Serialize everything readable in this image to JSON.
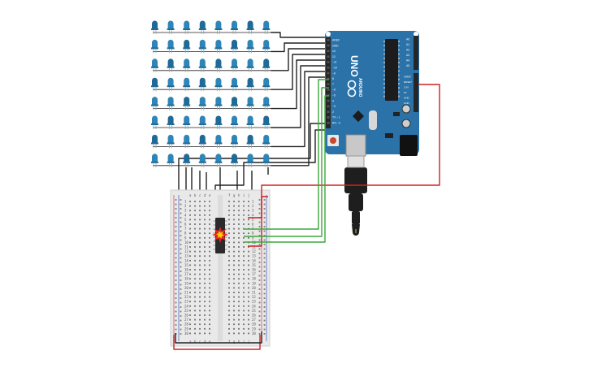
{
  "colors": {
    "background": "#ffffff",
    "board": "#2a72a8",
    "board_dark": "#1d5b8a",
    "led_body": "#2e86b8",
    "led_dark": "#1f6a96",
    "wire_black": "#222222",
    "wire_red": "#d02020",
    "wire_green": "#3aa83a",
    "breadboard": "#e9e9e9",
    "rail_red": "#d84040",
    "rail_blue": "#3a5fc0",
    "chip": "#2b2b2b",
    "spark": "#e8261f",
    "spark_core": "#f5d200",
    "usb_metal": "#c8c8c8",
    "cable": "#1e1e1e"
  },
  "led_matrix": {
    "rows": 8,
    "cols": 8,
    "icon": "led-icon"
  },
  "arduino": {
    "model": "UNO",
    "brand": "ARDUINO",
    "reset_icon": "reset-button-icon",
    "digital_pins": [
      "AREF",
      "GND",
      "13",
      "12",
      "~11",
      "~10",
      "~9",
      "8",
      "7",
      "~6",
      "~5",
      "4",
      "~3",
      "2",
      "TX→1",
      "RX←0"
    ],
    "power_pins": [
      "IOREF",
      "RESET",
      "3.3V",
      "5V",
      "GND",
      "GND",
      "Vin"
    ],
    "analog_pins": [
      "A0",
      "A1",
      "A2",
      "A3",
      "A4",
      "A5"
    ]
  },
  "breadboard": {
    "col_labels_left": [
      "a",
      "b",
      "c",
      "d",
      "e"
    ],
    "col_labels_right": [
      "f",
      "g",
      "h",
      "i",
      "j"
    ],
    "row_count": 30
  },
  "chip": {
    "icon": "overheat-spark-icon"
  },
  "usb": {
    "icon": "usb-cable-icon"
  }
}
